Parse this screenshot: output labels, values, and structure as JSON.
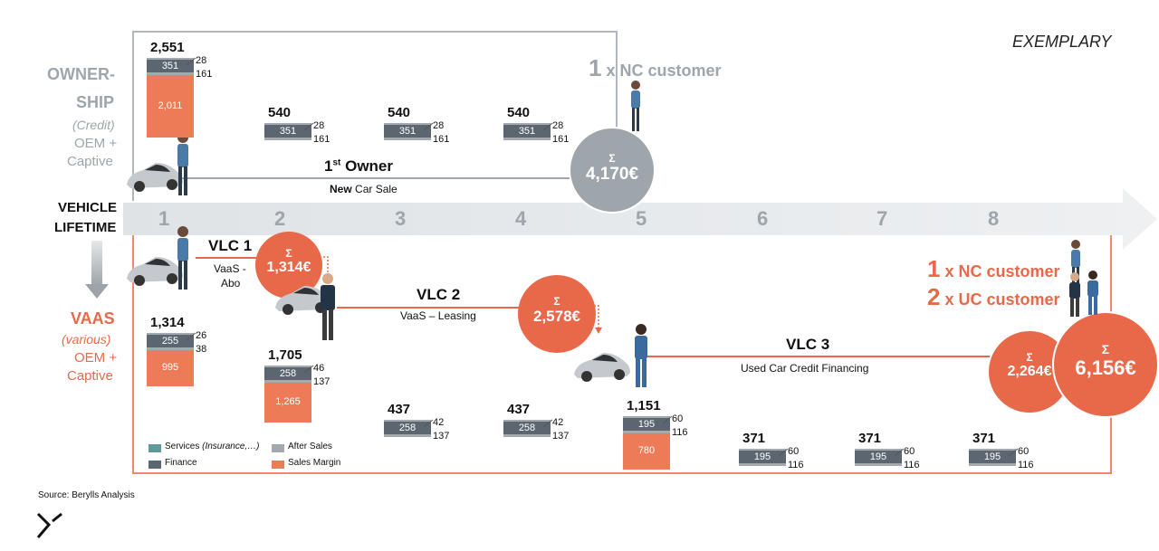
{
  "header": {
    "exemplary": "EXEMPLARY"
  },
  "ownership": {
    "line1": "OWNER-",
    "line2": "SHIP",
    "line3": "(Credit)",
    "line4": "OEM +",
    "line5": "Captive"
  },
  "vaas": {
    "line1": "VAAS",
    "line2": "(various)",
    "line3": "OEM +",
    "line4": "Captive"
  },
  "lifetime": {
    "line1": "VEHICLE",
    "line2": "LIFETIME",
    "years": [
      "1",
      "2",
      "3",
      "4",
      "5",
      "6",
      "7",
      "8"
    ]
  },
  "first_owner": {
    "title_pre": "1",
    "title_sup": "st",
    "title_post": " Owner",
    "sub_bold": "New",
    "sub": " Car Sale"
  },
  "nc_top": {
    "num": "1",
    "text": " x NC customer"
  },
  "nc_right": {
    "num": "1",
    "text": " x NC customer"
  },
  "uc_right": {
    "num": "2",
    "text": " x UC customer"
  },
  "vlc1": {
    "title": "VLC 1",
    "sub1": "VaaS -",
    "sub2": "Abo"
  },
  "vlc2": {
    "title": "VLC 2",
    "sub": "VaaS – Leasing"
  },
  "vlc3": {
    "title": "VLC 3",
    "sub": "Used Car Credit Financing"
  },
  "sums": {
    "top": "4,170€",
    "vlc1": "1,314€",
    "vlc2": "2,578€",
    "vlc3": "2,264€",
    "total": "6,156€",
    "sigma": "Σ"
  },
  "legend": {
    "services": "Services",
    "services_note": " (Insurance,…)",
    "after_sales": "After Sales",
    "finance": "Finance",
    "sales_margin": "Sales Margin"
  },
  "colors": {
    "services": "#5f9a9b",
    "after_sales": "#a3a9ae",
    "finance": "#5b6670",
    "sales_margin": "#ee7b57",
    "accent": "#e8694a",
    "neutral": "#9ea5ab"
  },
  "source": "Source: Berylls Analysis",
  "chart_data": [
    {
      "type": "bar",
      "title": "Ownership (Credit) revenue per year",
      "categories": [
        "1",
        "2",
        "3",
        "4"
      ],
      "totals": [
        2551,
        540,
        540,
        540
      ],
      "series": [
        {
          "name": "Finance",
          "values": [
            351,
            351,
            351,
            351
          ]
        },
        {
          "name": "After Sales",
          "values": [
            28,
            28,
            28,
            28
          ]
        },
        {
          "name": "Services",
          "values": [
            161,
            161,
            161,
            161
          ]
        },
        {
          "name": "Sales Margin",
          "values": [
            2011,
            0,
            0,
            0
          ]
        }
      ],
      "sum": 4170
    },
    {
      "type": "bar",
      "title": "VaaS revenue per year",
      "categories": [
        "1",
        "2",
        "3",
        "4",
        "5",
        "6",
        "7",
        "8"
      ],
      "totals": [
        1314,
        1705,
        437,
        437,
        1151,
        371,
        371,
        371
      ],
      "series": [
        {
          "name": "Finance",
          "values": [
            255,
            258,
            258,
            258,
            195,
            195,
            195,
            195
          ]
        },
        {
          "name": "After Sales",
          "values": [
            26,
            46,
            42,
            42,
            60,
            60,
            60,
            60
          ]
        },
        {
          "name": "Services",
          "values": [
            38,
            137,
            137,
            137,
            116,
            116,
            116,
            116
          ]
        },
        {
          "name": "Sales Margin",
          "values": [
            995,
            1265,
            0,
            0,
            780,
            0,
            0,
            0
          ]
        }
      ],
      "sums": [
        1314,
        2578,
        2264
      ],
      "total": 6156
    }
  ]
}
